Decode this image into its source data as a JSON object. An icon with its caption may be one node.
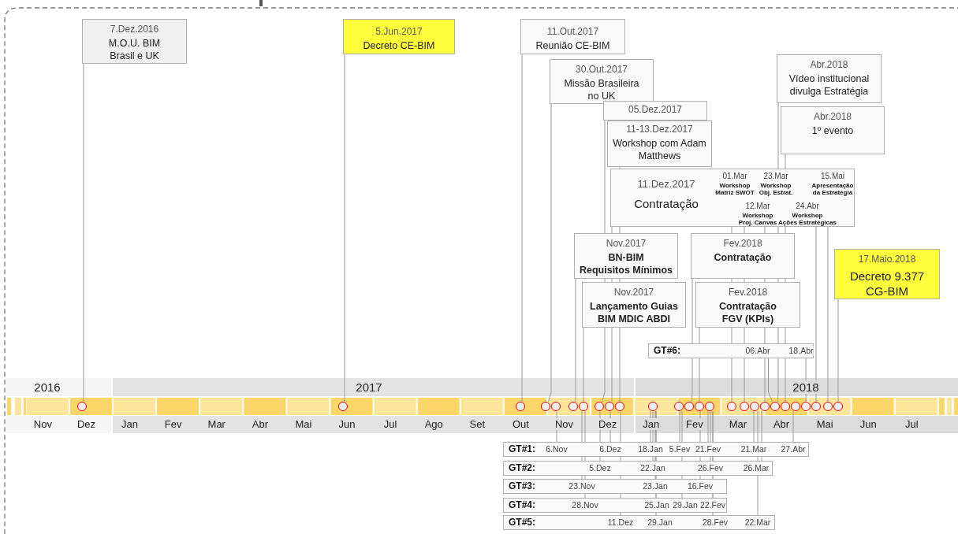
{
  "diagram": {
    "nodes": [
      {
        "text": [
          "7.Dez.2016",
          "M.O.U. BIM Brasil e UK"
        ]
      },
      {
        "text": [
          "5.Jun.2017",
          "Decreto CE-BIM"
        ]
      },
      {
        "text": [
          "11.Out.2017",
          "Reunião CE-BIM"
        ]
      },
      {
        "text": [
          "30.Out.2017",
          "Missão Brasileira no UK"
        ]
      },
      {
        "text": [
          "05.Dez.2017"
        ]
      },
      {
        "text": [
          "11-13.Dez.2017",
          "Workshop com Adam Matthews"
        ]
      },
      {
        "text": [
          "Abr.2018",
          "Vídeo institucional divulga Estratégia"
        ]
      },
      {
        "text": [
          "Abr.2018",
          "1º evento"
        ]
      },
      {
        "text": [
          "11.Dez.2017",
          "Contratação"
        ]
      },
      {
        "text": [
          "01.Mar",
          "Workshop Matriz SWOT"
        ],
        "in": 8
      },
      {
        "text": [
          "23.Mar",
          "Workshop Obj. Estrat."
        ],
        "in": 8
      },
      {
        "text": [
          "15.Mai",
          "Apresentação da Estratégia"
        ],
        "in": 8
      },
      {
        "text": [
          "12.Mar",
          "Workshop Proj. Canvas"
        ],
        "in": 8
      },
      {
        "text": [
          "24.Abr",
          "Workshop Ações Estratégicas"
        ],
        "in": 8
      },
      {
        "text": [
          "Nov.2017",
          "BN-BIM Requisitos Mínimos"
        ]
      },
      {
        "text": [
          "Fev.2018",
          "Contratação"
        ]
      },
      {
        "text": [
          "17.Maio.2018",
          "Decreto 9.377 CG-BIM"
        ]
      },
      {
        "text": [
          "Nov.2017",
          "Lançamento Guias BIM MDIC ABDI"
        ]
      },
      {
        "text": [
          "Fev.2018",
          "Contratação FGV (KPIs)"
        ]
      },
      {
        "text": [
          "GT#6:"
        ]
      },
      {
        "text": [
          "06.Abr"
        ],
        "in": 19
      },
      {
        "text": [
          "18.Abr"
        ],
        "in": 19
      },
      {
        "text": [],
        "shape": "circle"
      },
      {
        "text": [],
        "shape": "circle"
      },
      {
        "text": [],
        "shape": "circle"
      },
      {
        "text": [],
        "shape": "circle"
      },
      {
        "text": [],
        "shape": "circle"
      },
      {
        "text": [],
        "shape": "circle"
      },
      {
        "text": [],
        "shape": "circle"
      },
      {
        "text": [],
        "shape": "circle"
      },
      {
        "text": [],
        "shape": "circle"
      },
      {
        "text": [],
        "shape": "circle"
      },
      {
        "text": [],
        "shape": "circle"
      },
      {
        "text": [],
        "shape": "circle"
      },
      {
        "text": [],
        "shape": "circle"
      },
      {
        "text": [],
        "shape": "circle"
      },
      {
        "text": [],
        "shape": "circle"
      },
      {
        "text": [],
        "shape": "circle"
      },
      {
        "text": [],
        "shape": "circle"
      },
      {
        "text": [],
        "shape": "circle"
      },
      {
        "text": [],
        "shape": "circle"
      },
      {
        "text": [],
        "shape": "circle"
      },
      {
        "text": [],
        "shape": "circle"
      },
      {
        "text": [],
        "shape": "circle"
      },
      {
        "text": [],
        "shape": "circle"
      },
      {
        "text": [],
        "shape": "circle"
      },
      {
        "text": [],
        "shape": "circle"
      },
      {
        "text": [],
        "shape": "circle"
      },
      {
        "text": [
          "GT#1:"
        ]
      },
      {
        "text": [
          "6.Nov"
        ],
        "in": 48
      },
      {
        "text": [
          "6.Dez"
        ],
        "in": 48
      },
      {
        "text": [
          "18.Jan"
        ],
        "in": 48
      },
      {
        "text": [
          "5.Fev"
        ],
        "in": 48
      },
      {
        "text": [
          "21.Fev"
        ],
        "in": 48
      },
      {
        "text": [
          "21.Mar"
        ],
        "in": 48
      },
      {
        "text": [
          "27.Abr"
        ],
        "in": 48
      },
      {
        "text": [
          "GT#2:"
        ]
      },
      {
        "text": [
          "5.Dez"
        ],
        "in": 56
      },
      {
        "text": [
          "22.Jan"
        ],
        "in": 56
      },
      {
        "text": [
          "26.Fev"
        ],
        "in": 56
      },
      {
        "text": [
          "26.Mar"
        ],
        "in": 56
      },
      {
        "text": [
          "GT#3:"
        ]
      },
      {
        "text": [
          "23.Nov"
        ],
        "in": 61
      },
      {
        "text": [
          "23.Jan"
        ],
        "in": 61
      },
      {
        "text": [
          "16.Fev"
        ],
        "in": 61
      },
      {
        "text": [
          "GT#4:"
        ]
      },
      {
        "text": [
          "28.Nov"
        ],
        "in": 65
      },
      {
        "text": [
          "25.Jan"
        ],
        "in": 65
      },
      {
        "text": [
          "29.Jan"
        ],
        "in": 65
      },
      {
        "text": [
          "22.Fev"
        ],
        "in": 65
      },
      {
        "text": [
          "GT#5:"
        ]
      },
      {
        "text": [
          "11.Dez"
        ],
        "in": 70
      },
      {
        "text": [
          "29.Jan"
        ],
        "in": 70
      },
      {
        "text": [
          "28.Fev"
        ],
        "in": 70
      },
      {
        "text": [
          "22.Mar"
        ],
        "in": 70
      }
    ],
    "edges": [
      {
        "from": 0,
        "to": 22,
        "arrow": "none"
      },
      {
        "from": 1,
        "to": 23,
        "arrow": "none"
      },
      {
        "from": 2,
        "to": 24,
        "arrow": "none"
      },
      {
        "from": 3,
        "to": 25,
        "arrow": "none"
      },
      {
        "from": 4,
        "to": 29,
        "arrow": "none"
      },
      {
        "from": 5,
        "to": 31,
        "arrow": "none"
      },
      {
        "from": 6,
        "to": 41,
        "arrow": "none"
      },
      {
        "from": 7,
        "to": 42,
        "arrow": "none"
      },
      {
        "from": 8,
        "to": 30,
        "arrow": "none"
      },
      {
        "from": 9,
        "to": 37,
        "arrow": "none"
      },
      {
        "from": 12,
        "to": 38,
        "arrow": "none"
      },
      {
        "from": 10,
        "to": 40,
        "arrow": "none"
      },
      {
        "from": 13,
        "to": 45,
        "arrow": "none"
      },
      {
        "from": 11,
        "to": 46,
        "arrow": "none"
      },
      {
        "from": 14,
        "to": 27,
        "arrow": "none"
      },
      {
        "from": 17,
        "to": 28,
        "arrow": "none"
      },
      {
        "from": 15,
        "to": 34,
        "arrow": "none"
      },
      {
        "from": 18,
        "to": 35,
        "arrow": "none"
      },
      {
        "from": 16,
        "to": 47,
        "arrow": "none"
      },
      {
        "from": 20,
        "to": 41,
        "arrow": "none"
      },
      {
        "from": 21,
        "to": 44,
        "arrow": "none"
      },
      {
        "from": 26,
        "to": 49,
        "arrow": "none"
      },
      {
        "from": 30,
        "to": 50,
        "arrow": "none"
      },
      {
        "from": 32,
        "to": 51,
        "arrow": "none"
      },
      {
        "from": 33,
        "to": 52,
        "arrow": "none"
      },
      {
        "from": 36,
        "to": 53,
        "arrow": "none"
      },
      {
        "from": 39,
        "to": 54,
        "arrow": "none"
      },
      {
        "from": 43,
        "to": 55,
        "arrow": "none"
      },
      {
        "from": 29,
        "to": 57,
        "arrow": "none"
      },
      {
        "from": 32,
        "to": 58,
        "arrow": "none"
      },
      {
        "from": 36,
        "to": 59,
        "arrow": "none"
      },
      {
        "from": 40,
        "to": 60,
        "arrow": "none"
      },
      {
        "from": 28,
        "to": 62,
        "arrow": "none"
      },
      {
        "from": 32,
        "to": 63,
        "arrow": "none"
      },
      {
        "from": 35,
        "to": 64,
        "arrow": "none"
      },
      {
        "from": 28,
        "to": 66,
        "arrow": "none"
      },
      {
        "from": 32,
        "to": 67,
        "arrow": "none"
      },
      {
        "from": 33,
        "to": 68,
        "arrow": "none"
      },
      {
        "from": 36,
        "to": 69,
        "arrow": "none"
      },
      {
        "from": 31,
        "to": 71,
        "arrow": "none"
      },
      {
        "from": 32,
        "to": 72,
        "arrow": "none"
      },
      {
        "from": 36,
        "to": 73,
        "arrow": "none"
      },
      {
        "from": 39,
        "to": 74,
        "arrow": "none"
      }
    ],
    "labels": [
      "2016",
      "2017",
      "2018",
      "Nov",
      "Dez",
      "Jan",
      "Fev",
      "Mar",
      "Abr",
      "Mai",
      "Jun",
      "Jul",
      "Ago",
      "Set",
      "Out",
      "Nov",
      "Dez",
      "Jan",
      "Fev",
      "Mar",
      "Abr",
      "Mai",
      "Jun",
      "Jul"
    ]
  }
}
